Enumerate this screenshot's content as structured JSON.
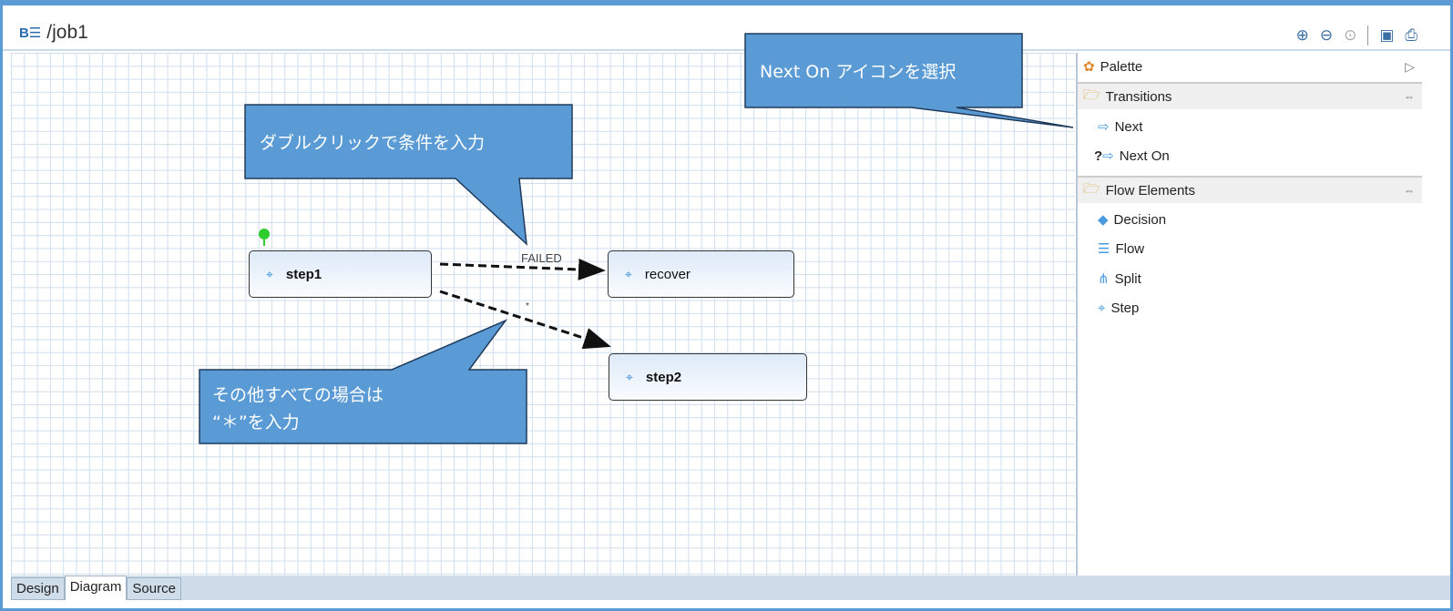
{
  "editor": {
    "title": "/job1",
    "title_icon": "batch-job-icon"
  },
  "toolbar": {
    "icons": [
      "zoom-in-icon",
      "zoom-out-icon",
      "zoom-fit-icon",
      "save-image-icon",
      "print-icon"
    ]
  },
  "diagram": {
    "nodes": [
      {
        "label": "step1"
      },
      {
        "label": "recover"
      },
      {
        "label": "step2"
      }
    ],
    "transitions": [
      {
        "from": "step1",
        "to": "recover",
        "label": "FAILED"
      },
      {
        "from": "step1",
        "to": "step2",
        "label": "*"
      }
    ]
  },
  "palette": {
    "title": "Palette",
    "groups": [
      {
        "label": "Transitions",
        "items": [
          {
            "label": "Next",
            "icon": "arrow-right-icon"
          },
          {
            "label": "Next On",
            "icon": "question-arrow-icon"
          }
        ]
      },
      {
        "label": "Flow Elements",
        "items": [
          {
            "label": "Decision",
            "icon": "diamond-icon"
          },
          {
            "label": "Flow",
            "icon": "flow-icon"
          },
          {
            "label": "Split",
            "icon": "split-icon"
          },
          {
            "label": "Step",
            "icon": "step-icon"
          }
        ]
      }
    ]
  },
  "tabs": [
    {
      "label": "Design"
    },
    {
      "label": "Diagram",
      "active": true
    },
    {
      "label": "Source"
    }
  ],
  "callouts": {
    "double_click": "ダブルクリックで条件を入力",
    "others_line1": "その他すべての場合は",
    "others_line2": "“＊”を入力",
    "next_on": "Next On アイコンを選択"
  },
  "colors": {
    "callout": "#5b9bd5",
    "highlight": "#ff0000",
    "frame": "#5b9bd5"
  }
}
